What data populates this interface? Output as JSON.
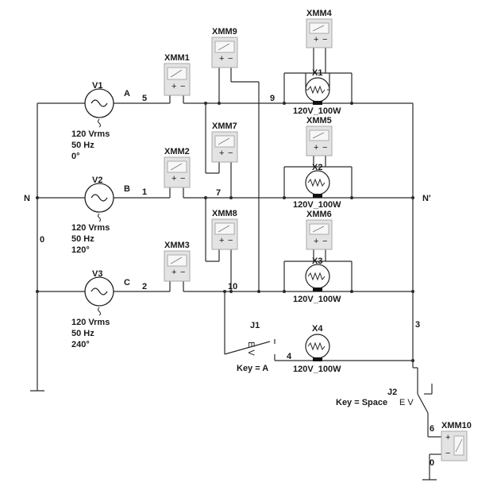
{
  "sources": [
    {
      "ref": "V1",
      "phase_label": "A",
      "voltage": "120 Vrms",
      "freq": "50 Hz",
      "angle": "0°"
    },
    {
      "ref": "V2",
      "phase_label": "B",
      "voltage": "120 Vrms",
      "freq": "50 Hz",
      "angle": "120°"
    },
    {
      "ref": "V3",
      "phase_label": "C",
      "voltage": "120 Vrms",
      "freq": "50 Hz",
      "angle": "240°"
    }
  ],
  "meters": [
    "XMM1",
    "XMM2",
    "XMM3",
    "XMM4",
    "XMM5",
    "XMM6",
    "XMM7",
    "XMM8",
    "XMM9",
    "XMM10"
  ],
  "lamps": [
    {
      "ref": "X1",
      "rating": "120V_100W"
    },
    {
      "ref": "X2",
      "rating": "120V_100W"
    },
    {
      "ref": "X3",
      "rating": "120V_100W"
    },
    {
      "ref": "X4",
      "rating": "120V_100W"
    }
  ],
  "switches": [
    {
      "ref": "J1",
      "key": "Key = A"
    },
    {
      "ref": "J2",
      "key": "Key = Space"
    }
  ],
  "nodes": {
    "neutral_source": "N",
    "neutral_load": "N'",
    "n0": "0",
    "n0_bottom": "0",
    "n1": "1",
    "n2": "2",
    "n3": "3",
    "n4": "4",
    "n5": "5",
    "n6": "6",
    "n7": "7",
    "n9": "9",
    "n10": "10"
  }
}
